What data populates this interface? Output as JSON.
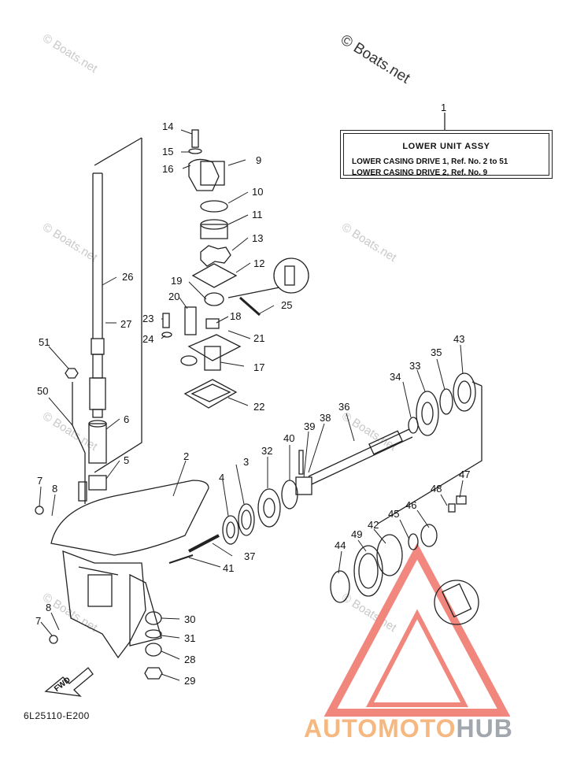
{
  "legend": {
    "title": "LOWER UNIT ASSY",
    "row1": "LOWER CASING DRIVE 1,   Ref. No. 2 to 51",
    "row2": "LOWER CASING DRIVE 2,   Ref. No. 9"
  },
  "copyright": "© Boats.net",
  "watermark_text": "© Boats.net",
  "diagram_code": "6L25110-E200",
  "fwd_label": "FWD",
  "brand": {
    "part1": "AUTOMOTO",
    "part2": "HUB"
  },
  "colors": {
    "line": "#222222",
    "watermark": "#c9c9c9",
    "brand_orange": "#f5b880",
    "brand_gray": "#a1a7ad",
    "logo_red": "#f07a70"
  },
  "callouts": [
    {
      "id": "1",
      "label": "1"
    },
    {
      "id": "2",
      "label": "2"
    },
    {
      "id": "3",
      "label": "3"
    },
    {
      "id": "4",
      "label": "4"
    },
    {
      "id": "5",
      "label": "5"
    },
    {
      "id": "6",
      "label": "6"
    },
    {
      "id": "7a",
      "label": "7"
    },
    {
      "id": "7b",
      "label": "7"
    },
    {
      "id": "8a",
      "label": "8"
    },
    {
      "id": "8b",
      "label": "8"
    },
    {
      "id": "9",
      "label": "9"
    },
    {
      "id": "10",
      "label": "10"
    },
    {
      "id": "11",
      "label": "11"
    },
    {
      "id": "12",
      "label": "12"
    },
    {
      "id": "13",
      "label": "13"
    },
    {
      "id": "14",
      "label": "14"
    },
    {
      "id": "15",
      "label": "15"
    },
    {
      "id": "16",
      "label": "16"
    },
    {
      "id": "17",
      "label": "17"
    },
    {
      "id": "18",
      "label": "18"
    },
    {
      "id": "19",
      "label": "19"
    },
    {
      "id": "20",
      "label": "20"
    },
    {
      "id": "21",
      "label": "21"
    },
    {
      "id": "22",
      "label": "22"
    },
    {
      "id": "23",
      "label": "23"
    },
    {
      "id": "24",
      "label": "24"
    },
    {
      "id": "25",
      "label": "25"
    },
    {
      "id": "26",
      "label": "26"
    },
    {
      "id": "27",
      "label": "27"
    },
    {
      "id": "28",
      "label": "28"
    },
    {
      "id": "29",
      "label": "29"
    },
    {
      "id": "30",
      "label": "30"
    },
    {
      "id": "31",
      "label": "31"
    },
    {
      "id": "32",
      "label": "32"
    },
    {
      "id": "33",
      "label": "33"
    },
    {
      "id": "34",
      "label": "34"
    },
    {
      "id": "35",
      "label": "35"
    },
    {
      "id": "36",
      "label": "36"
    },
    {
      "id": "37",
      "label": "37"
    },
    {
      "id": "38",
      "label": "38"
    },
    {
      "id": "39",
      "label": "39"
    },
    {
      "id": "40",
      "label": "40"
    },
    {
      "id": "41",
      "label": "41"
    },
    {
      "id": "42",
      "label": "42"
    },
    {
      "id": "43",
      "label": "43"
    },
    {
      "id": "44",
      "label": "44"
    },
    {
      "id": "45",
      "label": "45"
    },
    {
      "id": "46",
      "label": "46"
    },
    {
      "id": "47",
      "label": "47"
    },
    {
      "id": "48",
      "label": "48"
    },
    {
      "id": "49",
      "label": "49"
    },
    {
      "id": "50",
      "label": "50"
    },
    {
      "id": "51",
      "label": "51"
    }
  ]
}
